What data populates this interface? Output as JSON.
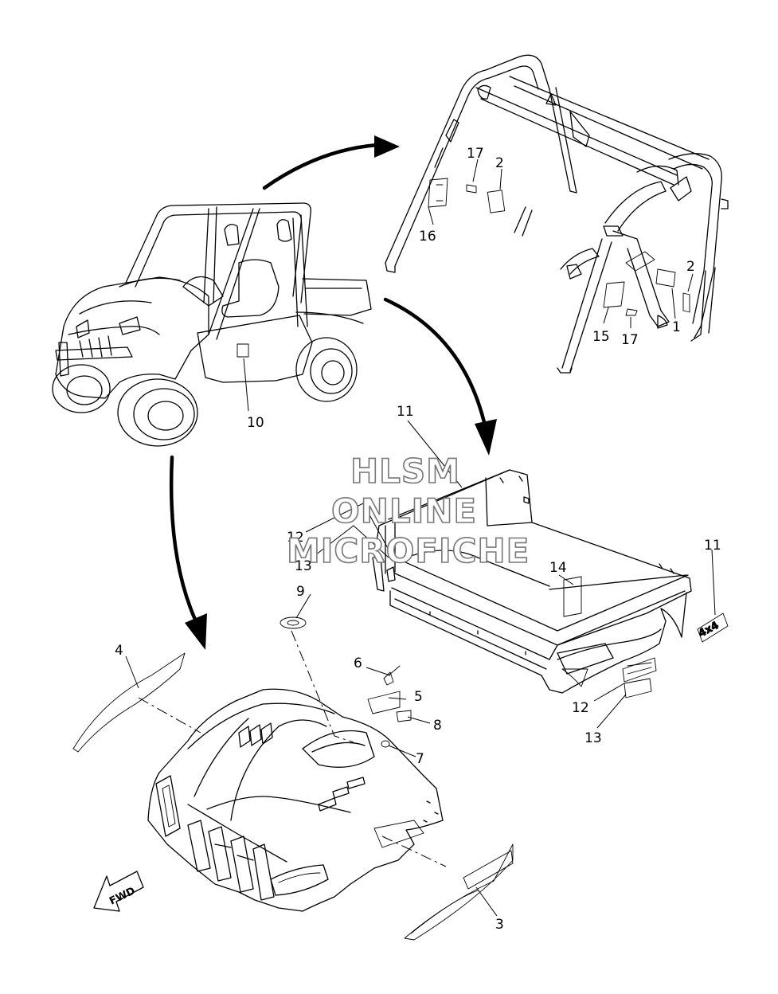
{
  "watermark": [
    "HLSM",
    "ONLINE",
    "MICROFICHE"
  ],
  "fwd_label": "FWD",
  "callouts": {
    "c1": "1",
    "c2a": "2",
    "c2b": "2",
    "c3": "3",
    "c4": "4",
    "c5": "5",
    "c6": "6",
    "c7": "7",
    "c8": "8",
    "c9": "9",
    "c10": "10",
    "c11a": "11",
    "c11b": "11",
    "c12a": "12",
    "c12b": "12",
    "c13a": "13",
    "c13b": "13",
    "c14": "14",
    "c15": "15",
    "c16": "16",
    "c17a": "17",
    "c17b": "17"
  }
}
